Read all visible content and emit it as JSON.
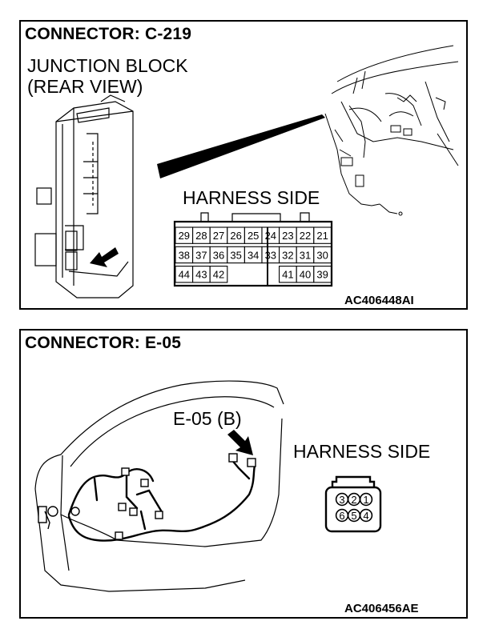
{
  "c219": {
    "title": "CONNECTOR: C-219",
    "junction_line1": "JUNCTION BLOCK",
    "junction_line2": "(REAR VIEW)",
    "harness_side": "HARNESS SIDE",
    "pins_row1": [
      "29",
      "28",
      "27",
      "26",
      "25",
      "24",
      "23",
      "22",
      "21"
    ],
    "pins_row2": [
      "38",
      "37",
      "36",
      "35",
      "34",
      "33",
      "32",
      "31",
      "30"
    ],
    "pins_row3_left": [
      "44",
      "43",
      "42"
    ],
    "pins_row3_right": [
      "41",
      "40",
      "39"
    ],
    "code": "AC406448AI"
  },
  "e05": {
    "title": "CONNECTOR: E-05",
    "pointer_label": "E-05 (B)",
    "harness_side": "HARNESS SIDE",
    "pins_top": [
      "3",
      "2",
      "1"
    ],
    "pins_bottom": [
      "6",
      "5",
      "4"
    ],
    "code": "AC406456AE"
  }
}
